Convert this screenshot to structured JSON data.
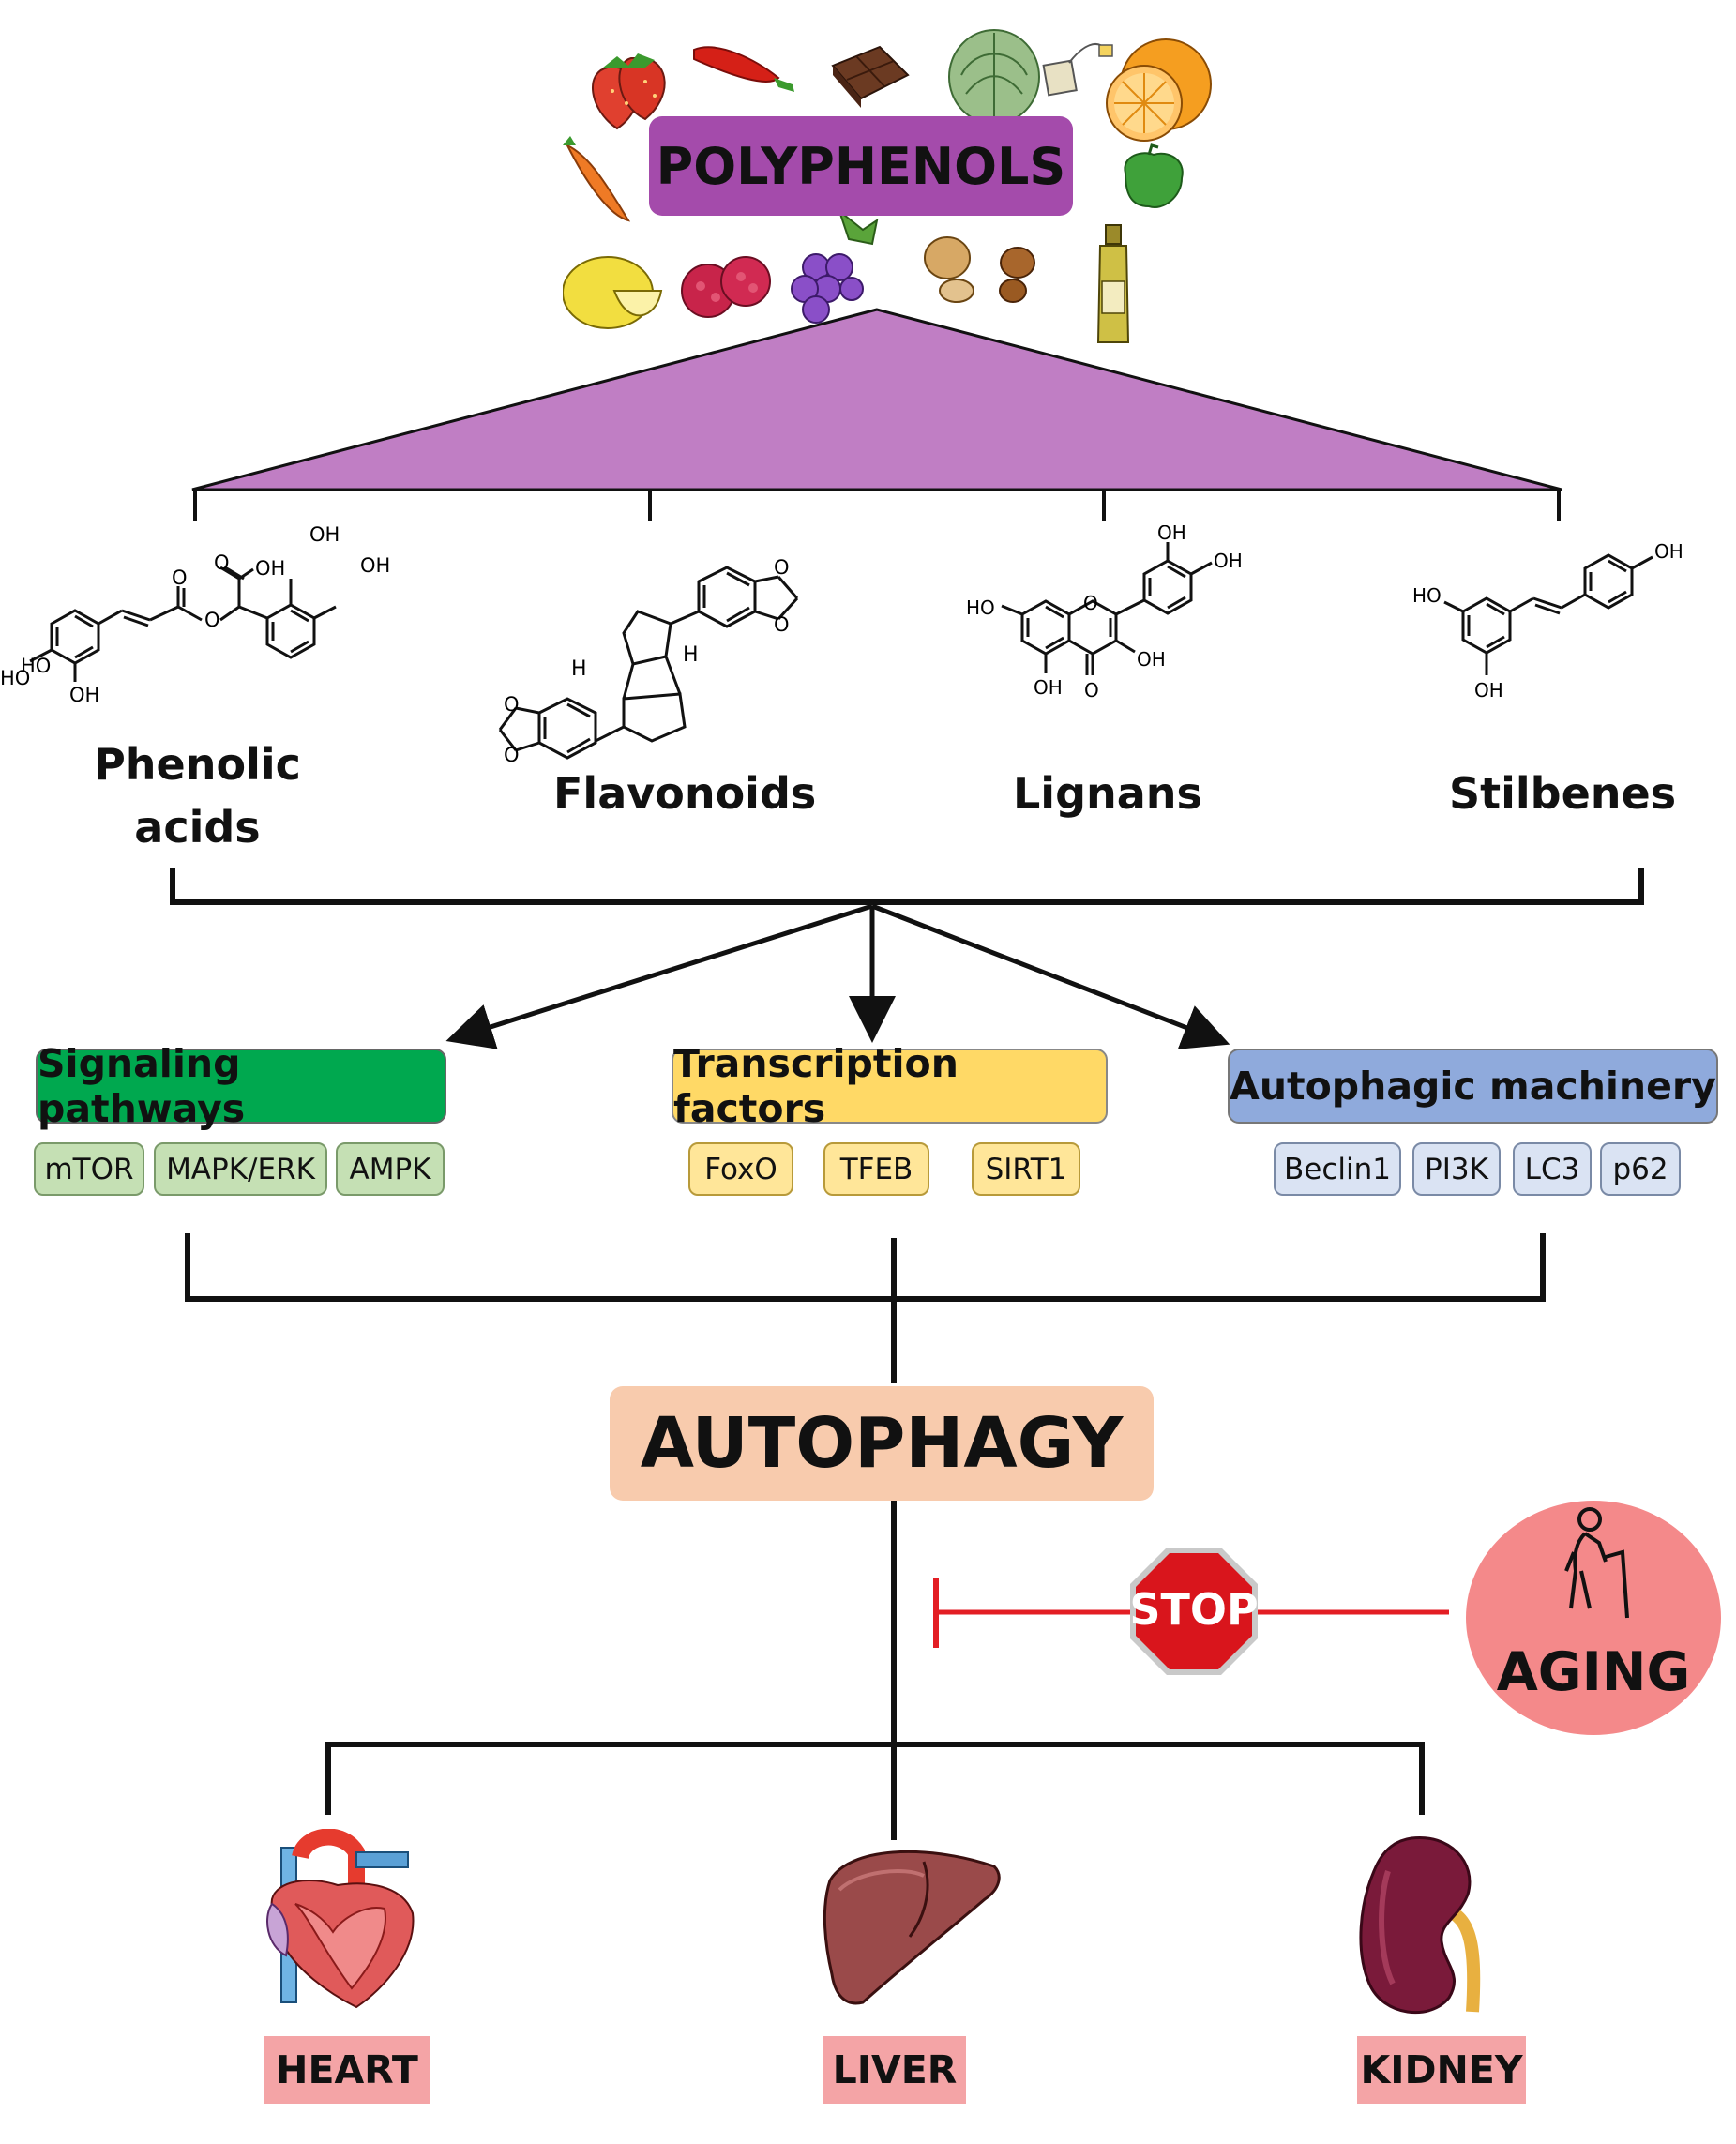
{
  "colors": {
    "polyphenols_fill": "#a44bab",
    "triangle_fill": "#c07ec4",
    "signaling_fill": "#00a84f",
    "signaling_pill": "#c5e0b4",
    "transcription_fill": "#ffd966",
    "transcription_pill": "#ffe699",
    "autophagic_fill": "#8faadc",
    "autophagic_pill": "#dae3f3",
    "autophagy_fill": "#f8cbad",
    "aging_fill": "#f4898a",
    "organ_label_fill": "#f4a4a6",
    "inhibit_line": "#e31e24",
    "stop_sign": "#d9151c"
  },
  "title": "POLYPHENOLS",
  "classes": {
    "phenolic": "Phenolic\nacids",
    "flavonoids": "Flavonoids",
    "lignans": "Lignans",
    "stilbenes": "Stilbenes"
  },
  "chem_labels": {
    "oh": "OH",
    "ho": "HO",
    "o": "O",
    "h": "H"
  },
  "mechanisms": {
    "signaling": {
      "title": "Signaling pathways",
      "items": [
        "mTOR",
        "MAPK/ERK",
        "AMPK"
      ]
    },
    "transcription": {
      "title": "Transcription factors",
      "items": [
        "FoxO",
        "TFEB",
        "SIRT1"
      ]
    },
    "autophagic": {
      "title": "Autophagic machinery",
      "items": [
        "Beclin1",
        "PI3K",
        "LC3",
        "p62"
      ]
    }
  },
  "autophagy": "AUTOPHAGY",
  "stop": "STOP",
  "aging": "AGING",
  "organs": {
    "heart": "HEART",
    "liver": "LIVER",
    "kidney": "KIDNEY"
  },
  "food_icons": [
    "strawberry-icon",
    "chili-pepper-icon",
    "chocolate-icon",
    "cabbage-icon",
    "tea-bag-icon",
    "orange-icon",
    "carrot-icon",
    "green-pepper-icon",
    "lemon-icon",
    "raspberry-icon",
    "grape-icon",
    "nuts-icon",
    "olive-oil-icon"
  ]
}
